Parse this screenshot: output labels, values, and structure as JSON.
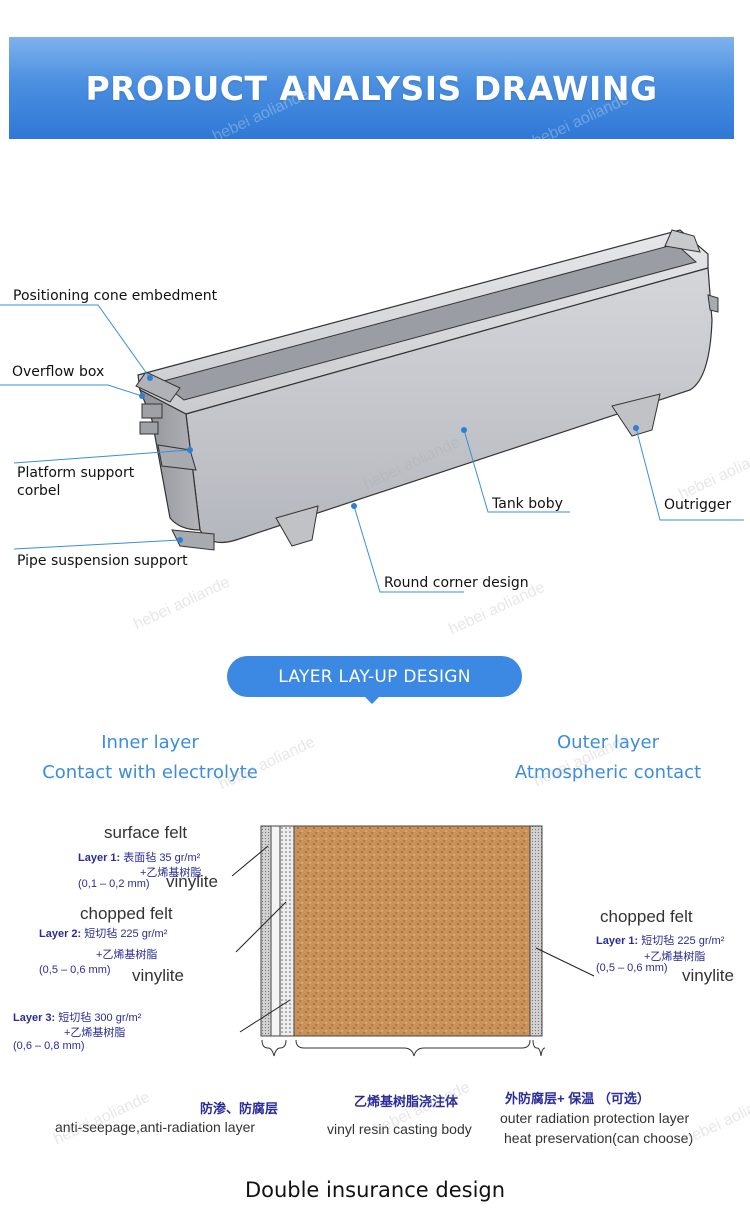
{
  "banner": {
    "title": "PRODUCT ANALYSIS DRAWING"
  },
  "drawing": {
    "labels": {
      "positioning": "Positioning cone embedment",
      "overflow": "Overflow box",
      "platform_1": "Platform support",
      "platform_2": "corbel",
      "pipe": "Pipe suspension support",
      "tank": "Tank boby",
      "outrigger": "Outrigger",
      "round": "Round corner design"
    }
  },
  "layup_section": {
    "pill": "LAYER LAY-UP DESIGN",
    "inner": {
      "title": "Inner layer",
      "subtitle": "Contact with electrolyte"
    },
    "outer": {
      "title": "Outer layer",
      "subtitle": "Atmospheric contact"
    },
    "left": {
      "surface_felt": "surface felt",
      "l1_label": "Layer 1:",
      "l1_cn": " 表面毡 35 gr/m²",
      "l1_resin": "+乙烯基树脂",
      "l1_range": "(0,1 – 0,2 mm)",
      "l1_vinylite": "vinylite",
      "chopped_felt": "chopped felt",
      "l2_label": "Layer 2:",
      "l2_cn": " 短切毡 225 gr/m²",
      "l2_resin": "+乙烯基树脂",
      "l2_range": "(0,5 – 0,6 mm)",
      "l2_vinylite": "vinylite",
      "l3_label": "Layer 3:",
      "l3_cn": " 短切毡 300 gr/m²",
      "l3_resin": "+乙烯基树脂",
      "l3_range": "(0,6 – 0,8 mm)"
    },
    "right": {
      "chopped_felt": "chopped felt",
      "l1_label": "Layer 1:",
      "l1_cn": " 短切毡 225 gr/m²",
      "l1_resin": "+乙烯基树脂",
      "l1_range": "(0,5 – 0,6 mm)",
      "l1_vinylite": "vinylite"
    },
    "bottom": {
      "c1_cn": "防渗、防腐层",
      "c1_en": "anti-seepage,anti-radiation layer",
      "c2_cn": "乙烯基树脂浇注体",
      "c2_en": "vinyl resin casting body",
      "c3_cn": "外防腐层+ 保温 （可选）",
      "c3_en1": "outer radiation protection layer",
      "c3_en2": "heat preservation(can choose)"
    }
  },
  "footer": {
    "text": "Double insurance design"
  },
  "watermark": "hebei aoliande",
  "colors": {
    "banner": "#3b89e2",
    "accent": "#3b8de0",
    "sand": "#c8925a"
  }
}
